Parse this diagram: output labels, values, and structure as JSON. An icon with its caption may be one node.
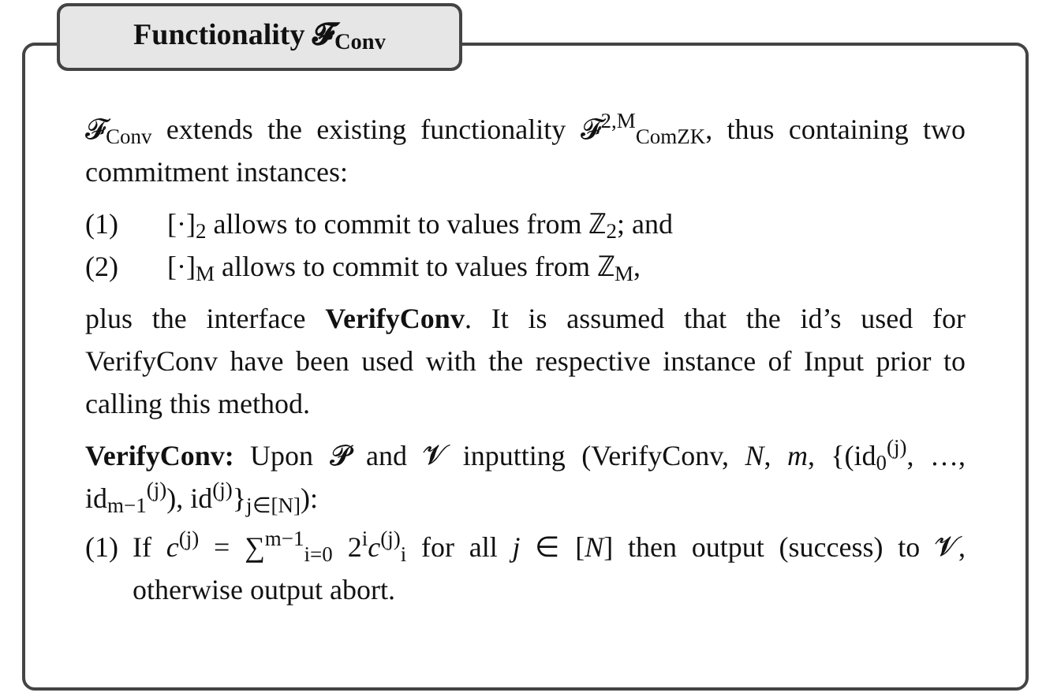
{
  "diagram": {
    "nodes": [
      {
        "text": [
          "𝓕$_{Conv}$ extends the existing functionality 𝓕$^{2,M}$$_{ComZK}$, thus containing two commitment instances:",
          "(1)",
          "[·]$_{2}$ allows to commit to values from ℤ$_{2}$; and",
          "(2)",
          "[·]$_{M}$ allows to commit to values from ℤ$_{M}$,",
          "plus the interface **VerifyConv**. It is assumed that the id’s used for VerifyConv have been used with the respective instance of Input prior to calling this method.",
          "**VerifyConv:** Upon 𝓟 and 𝓥 inputting (VerifyConv, *N*, *m*, {(id$_{0}$$^{(j)}$, …, id$_{m−1}$$^{(j)}$), id$^{(j)}$}$_{j∈[N]}$):",
          "(1)",
          "If *c*$^{(j)}$ = ∑$^{m−1}$$_{i=0}$ 2$^{i}$*c*$^{(j)}$$_{i}$ for all *j* ∈ [*N*] then output (success) to 𝓥, otherwise output abort."
        ]
      },
      {
        "text": [
          "Functionality 𝓕$_{Conv}$"
        ]
      }
    ]
  }
}
